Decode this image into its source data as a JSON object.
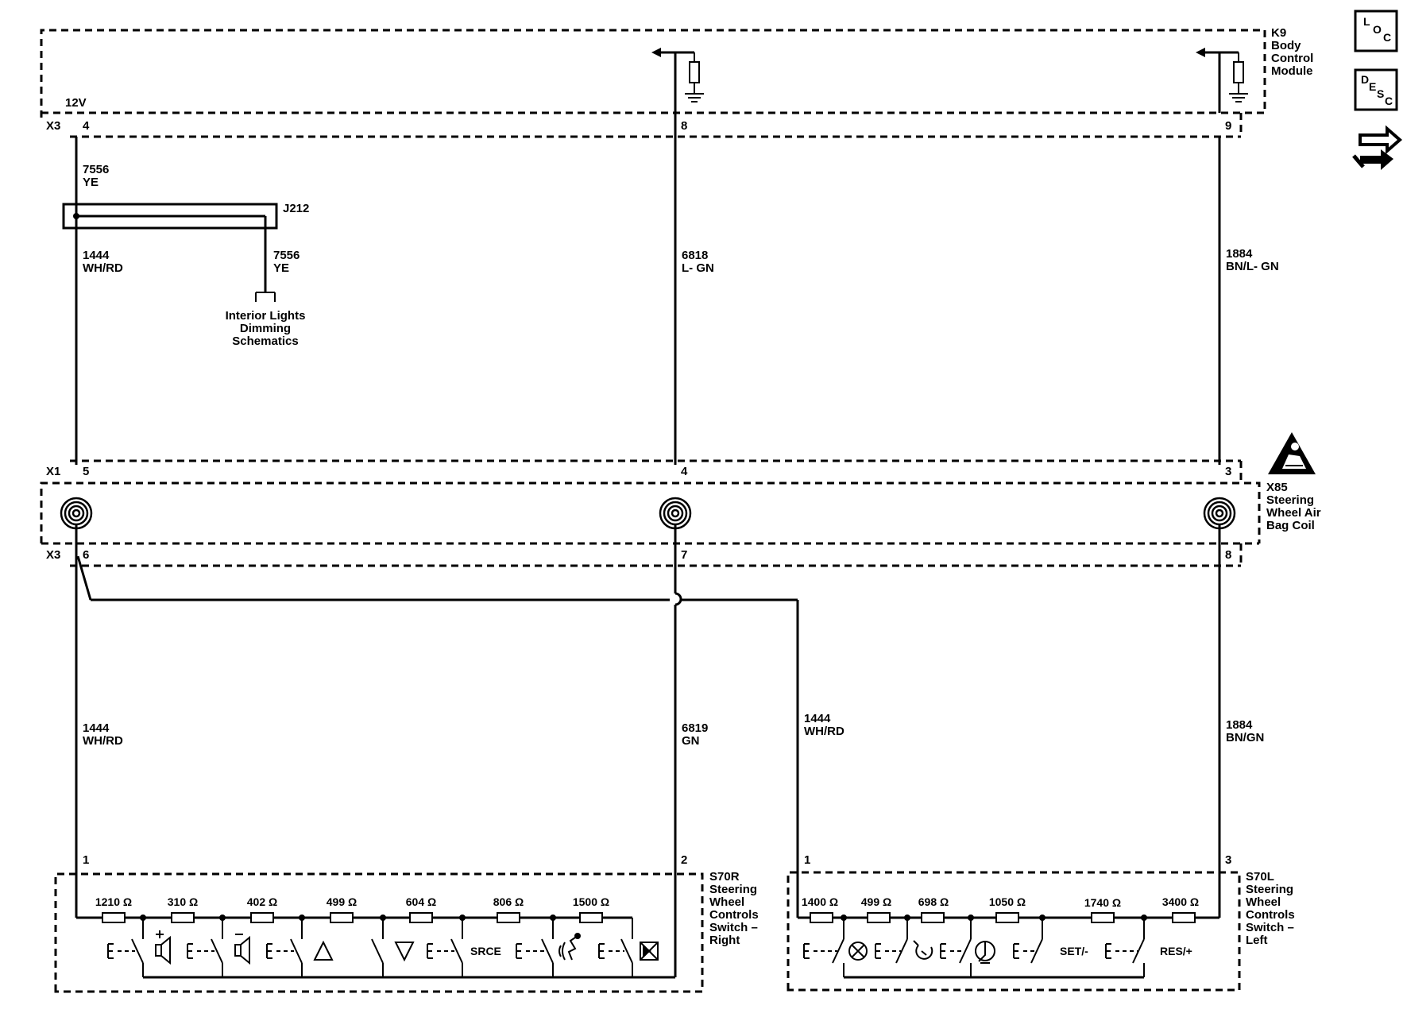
{
  "modules": {
    "bcm": {
      "name": "K9",
      "lines": [
        "Body",
        "Control",
        "Module"
      ],
      "supply_label": "12V"
    },
    "coil": {
      "name": "X85",
      "lines": [
        "Steering",
        "Wheel Air",
        "Bag Coil"
      ]
    },
    "s70r": {
      "name": "S70R",
      "lines": [
        "Steering",
        "Wheel",
        "Controls",
        "Switch –",
        "Right"
      ]
    },
    "s70l": {
      "name": "S70L",
      "lines": [
        "Steering",
        "Wheel",
        "Controls",
        "Switch –",
        "Left"
      ]
    }
  },
  "connectors": {
    "x3": "X3",
    "x1": "X1",
    "pins_top": [
      "4",
      "8",
      "9"
    ],
    "pins_x1": [
      "5",
      "4",
      "3"
    ],
    "pins_x3b": [
      "6",
      "7",
      "8"
    ],
    "pins_s70r": [
      "1",
      "2"
    ],
    "pins_s70l": [
      "1",
      "3"
    ]
  },
  "splice": {
    "name": "J212"
  },
  "wires": {
    "w7556_top": {
      "circuit": "7556",
      "color": "YE"
    },
    "w7556_branch": {
      "circuit": "7556",
      "color": "YE"
    },
    "w1444_top": {
      "circuit": "1444",
      "color": "WH/RD"
    },
    "w6818": {
      "circuit": "6818",
      "color": "L- GN"
    },
    "w1884_top": {
      "circuit": "1884",
      "color": "BN/L- GN"
    },
    "w1444_left": {
      "circuit": "1444",
      "color": "WH/RD"
    },
    "w6819": {
      "circuit": "6819",
      "color": "GN"
    },
    "w1444_right": {
      "circuit": "1444",
      "color": "WH/RD"
    },
    "w1884_bottom": {
      "circuit": "1884",
      "color": "BN/GN"
    }
  },
  "reference": {
    "lines": [
      "Interior Lights",
      "Dimming",
      "Schematics"
    ]
  },
  "s70r_resistors": [
    "1210 Ω",
    "310 Ω",
    "402 Ω",
    "499 Ω",
    "604 Ω",
    "806 Ω",
    "1500 Ω"
  ],
  "s70r_switch_labels": {
    "srce": "SRCE"
  },
  "s70l_resistors": [
    "1400 Ω",
    "499 Ω",
    "698 Ω",
    "1050 Ω",
    "1740 Ω",
    "3400 Ω"
  ],
  "s70l_switch_labels": {
    "set": "SET/-",
    "res": "RES/+"
  },
  "nav": {
    "loc": {
      "a": "L",
      "b": "O",
      "c": "C"
    },
    "desc": {
      "a": "D",
      "b": "E",
      "c": "S",
      "d": "C"
    }
  }
}
